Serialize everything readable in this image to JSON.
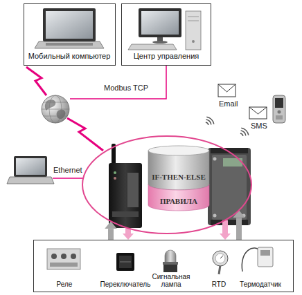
{
  "diagram": {
    "nodes": [
      {
        "text": [
          "Мобильный компьютер"
        ]
      },
      {
        "text": [
          "Центр управления"
        ]
      },
      {
        "text": []
      },
      {
        "text": [
          "IF-THEN-ELSE",
          "ПРАВИЛА"
        ],
        "in": 2
      },
      {
        "text": [
          "Реле",
          "Переключатель",
          "Сигнальная лампа",
          "RTD",
          "Термодатчик"
        ]
      }
    ],
    "edges": [
      {
        "from": 4,
        "to": 2,
        "arrow": "to"
      },
      {
        "from": 2,
        "to": 4,
        "arrow": "to"
      },
      {
        "from": 2,
        "to": 4,
        "arrow": "to"
      },
      {
        "from": 4,
        "to": 2,
        "arrow": "to"
      }
    ],
    "labels": [
      "Modbus TCP",
      "Ethernet",
      "Email",
      "SMS"
    ]
  }
}
